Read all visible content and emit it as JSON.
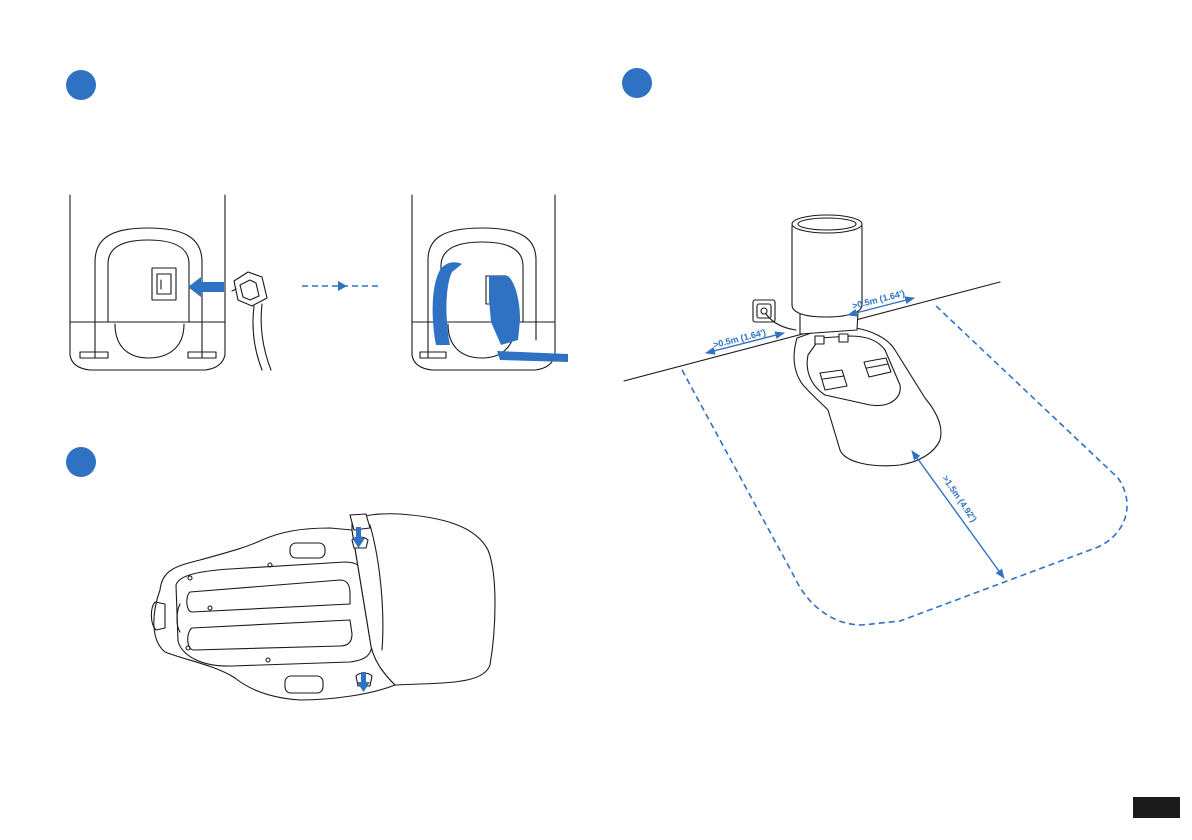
{
  "colors": {
    "accent": "#2f72c4",
    "ink": "#1a1a1a"
  },
  "icons": {
    "step_marker": "blue-circle-icon",
    "insert_arrow": "arrow-left-icon",
    "flow_arrow": "dashed-arrow-right-icon",
    "press_arrow": "arrow-down-icon"
  },
  "dimensions": {
    "side_left": ">0.5m (1.64')",
    "side_right": ">0.5m (1.64')",
    "front": ">1.5m (4.92')"
  }
}
